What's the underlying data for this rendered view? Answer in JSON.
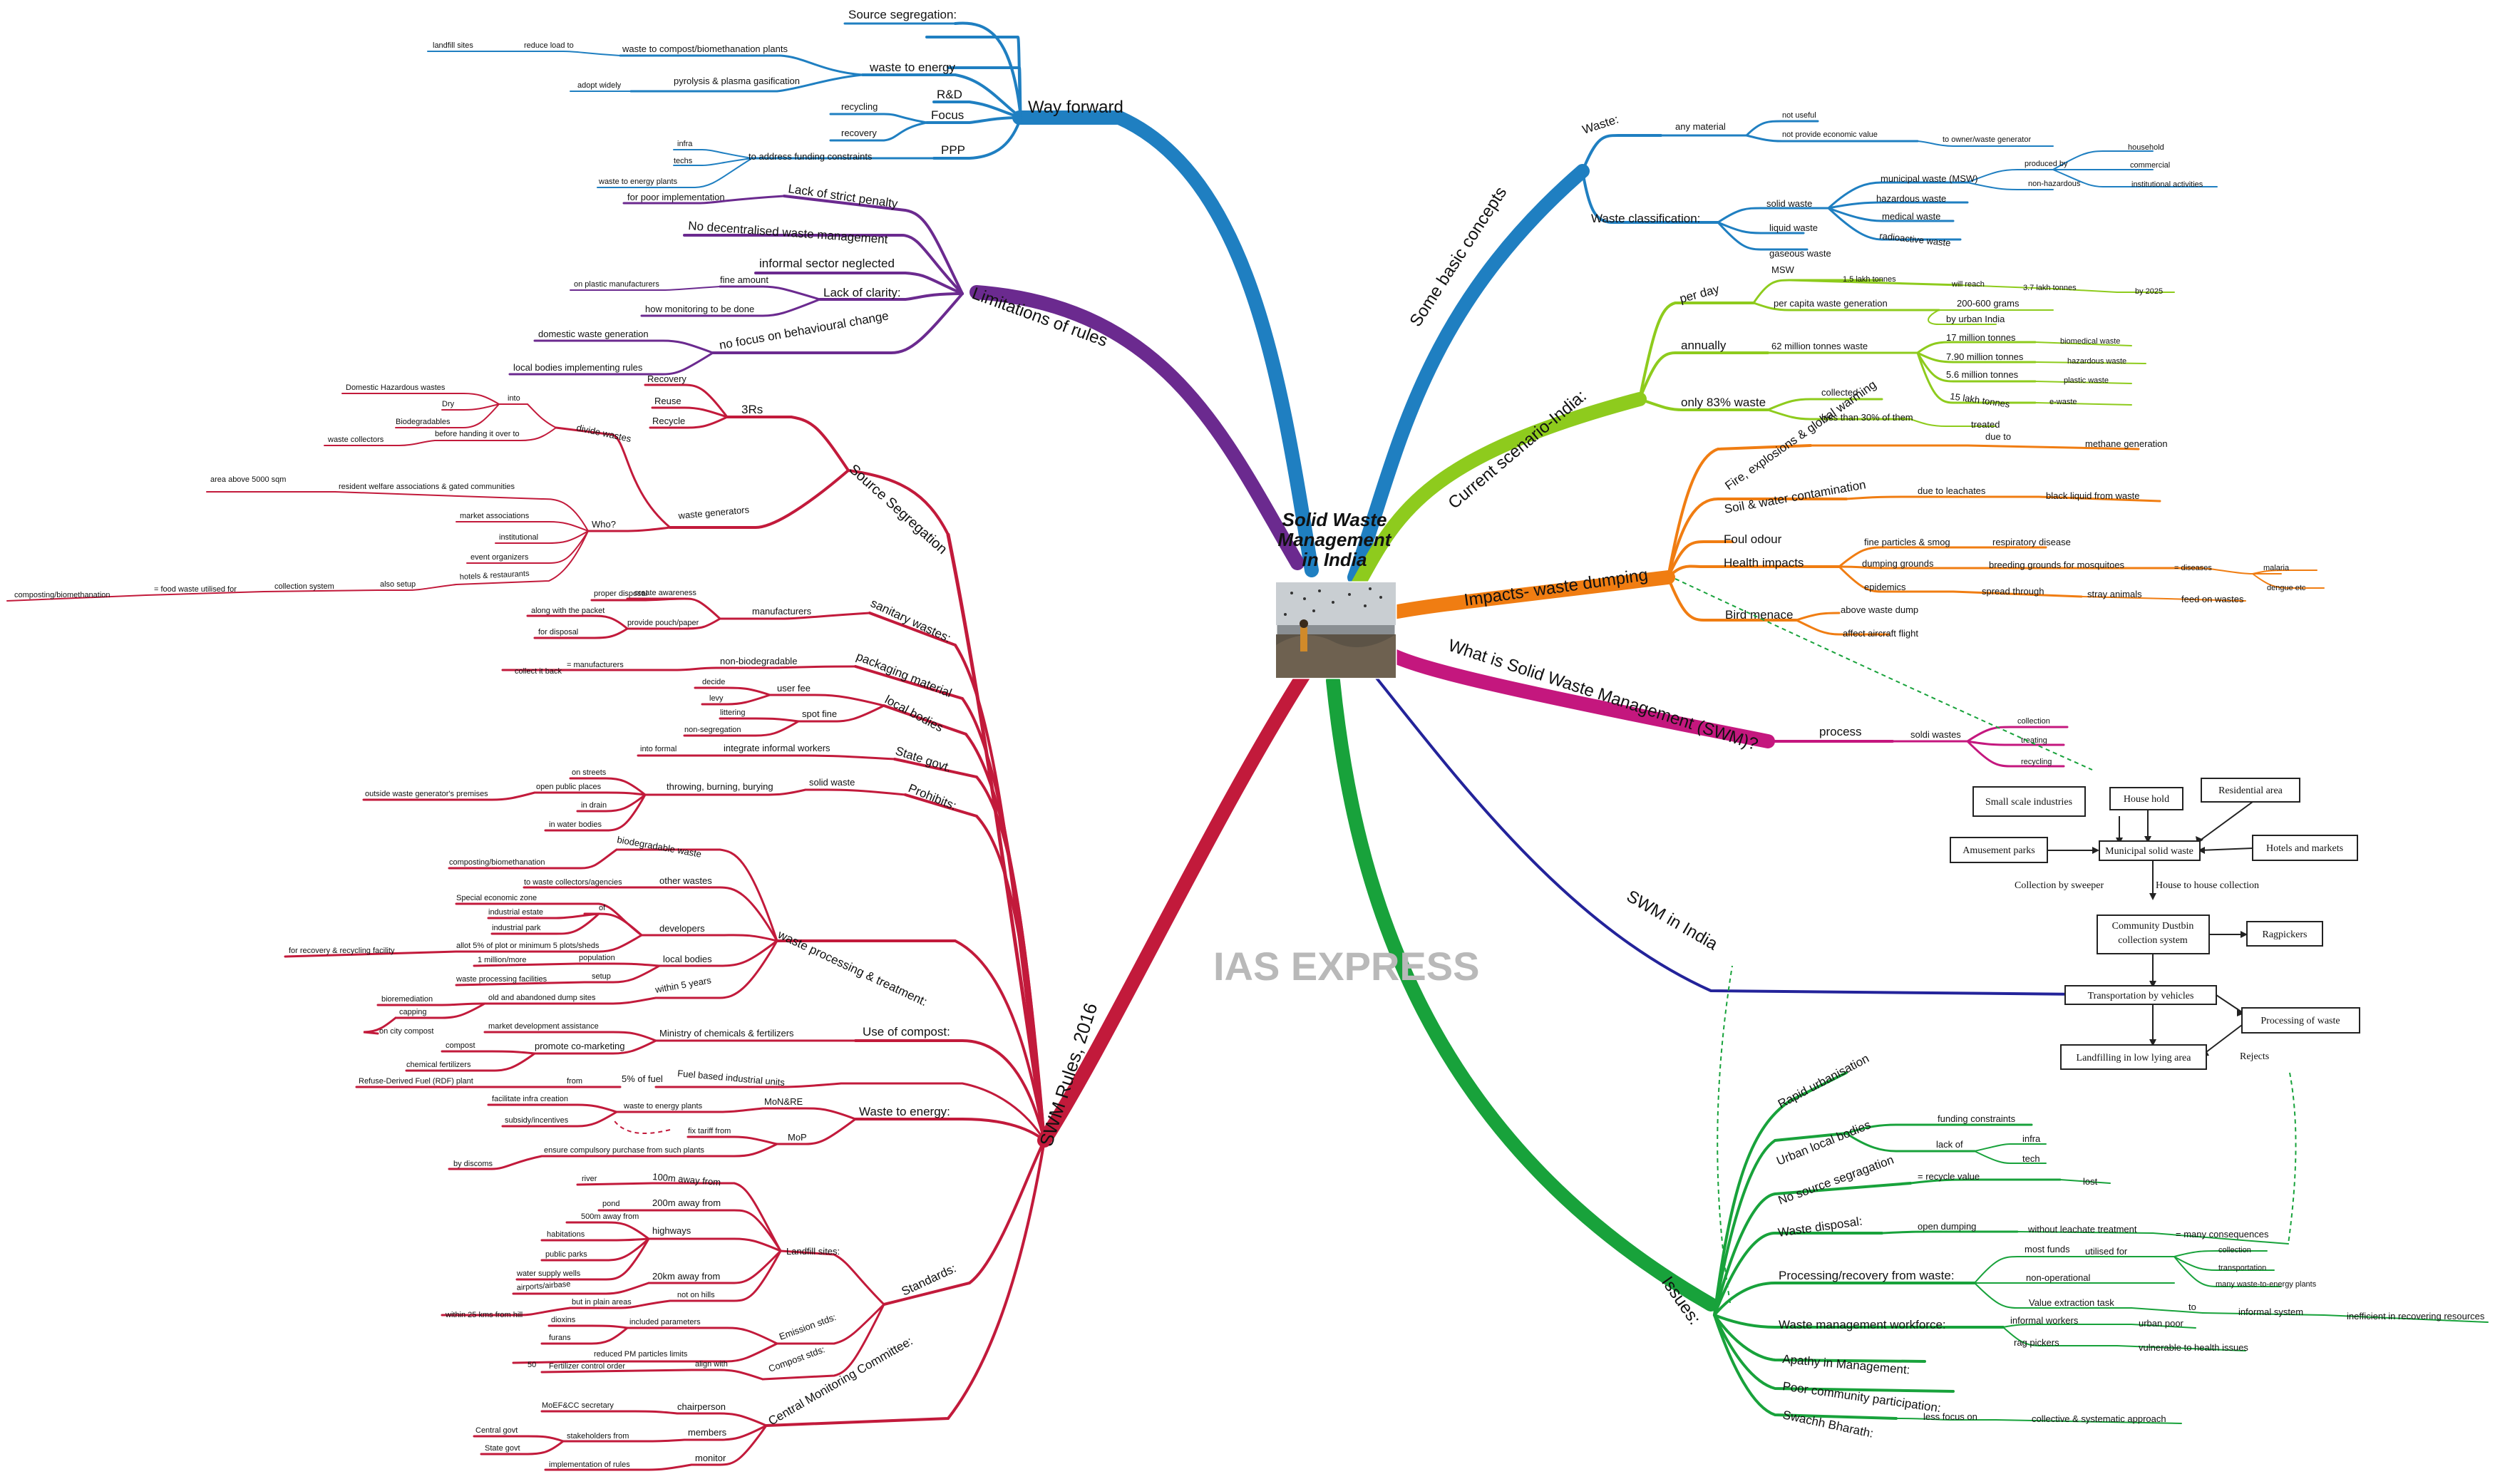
{
  "center": {
    "line1": "Solid Waste",
    "line2": "Management",
    "line3": "in India"
  },
  "watermark": "IAS EXPRESS",
  "colors": {
    "way_forward": "#1f7fc1",
    "limitations": "#6b2a8f",
    "source_seg": "#c21a3b",
    "swm_rules": "#c21a3b",
    "basic": "#1f7fc1",
    "scenario": "#8ecb1d",
    "impacts": "#f07d12",
    "what_is": "#c4177e",
    "swm_india": "#23239a",
    "issues": "#18a23b"
  },
  "branches": {
    "way_forward": {
      "title": "Way forward",
      "items": [
        "Source segregation:",
        "waste to energy",
        "waste to compost/biomethanation plants",
        "reduce load to",
        "landfill sites",
        "pyrolysis & plasma gasification",
        "adopt widely",
        "R&D",
        "Focus",
        "recycling",
        "recovery",
        "PPP",
        "to address funding constraints",
        "infra",
        "techs",
        "waste to energy plants"
      ]
    },
    "limitations": {
      "title": "Limitations of rules",
      "items": [
        "Lack of strict penalty",
        "for poor implementation",
        "No decentralised waste management",
        "informal sector neglected",
        "Lack of clarity:",
        "fine amount",
        "on plastic manufacturers",
        "how monitoring to be done",
        "no focus on behavioural change",
        "domestic waste generation",
        "local bodies implementing rules"
      ]
    },
    "source_seg": {
      "title": "Source Segregation",
      "items": [
        "3Rs",
        "Recovery",
        "Reuse",
        "Recycle",
        "divide wastes",
        "into",
        "Domestic Hazardous wastes",
        "Dry",
        "Biodegradables",
        "before handing it over to",
        "waste collectors",
        "waste generators",
        "Who?",
        "resident welfare associations & gated communities",
        "area above 5000 sqm",
        "market associations",
        "institutional",
        "event organizers",
        "hotels & restaurants",
        "also setup",
        "collection system",
        "= food waste utilised for",
        "composting/biomethanation"
      ]
    },
    "swm_rules": {
      "title": "SWM Rules, 2016",
      "items": [
        "sanitary wastes:",
        "manufacturers",
        "create awareness",
        "proper disposal",
        "provide pouch/paper",
        "along with the packet",
        "for disposal",
        "packaging material",
        "non-biodegradable",
        "= manufacturers",
        "collect it back",
        "local bodies",
        "user fee",
        "decide",
        "levy",
        "spot fine",
        "littering",
        "non-segregation",
        "State govt.",
        "integrate informal workers",
        "into formal",
        "Prohibits:",
        "solid waste",
        "throwing, burning, burying",
        "on streets",
        "open public places",
        "outside waste generator's premises",
        "in drain",
        "in water bodies",
        "waste processing & treatment:",
        "biodegradable waste",
        "composting/biomethanation",
        "other wastes",
        "to waste collectors/agencies",
        "developers",
        "Special economic zone",
        "of",
        "industrial estate",
        "industrial park",
        "allot 5% of plot or minimum 5 plots/sheds",
        "for recovery & recycling facility",
        "local bodies",
        "population",
        "1 million/more",
        "setup",
        "waste processing facilities",
        "within 5 years",
        "old and abandoned dump sites",
        "bioremediation",
        "capping",
        "on city compost",
        "Use of compost:",
        "Ministry of chemicals & fertilizers",
        "market development assistance",
        "promote co-marketing",
        "compost",
        "chemical fertilizers",
        "Fuel based industrial units",
        "5% of fuel",
        "from",
        "Refuse-Derived Fuel (RDF) plant",
        "Waste to energy:",
        "MoN&RE",
        "waste to energy plants",
        "facilitate infra creation",
        "subsidy/incentives",
        "MoP",
        "fix tariff from",
        "ensure compulsory purchase from such plants",
        "by discoms",
        "Standards:",
        "Landfill sites:",
        "100m away from",
        "river",
        "200m away from",
        "pond",
        "highways",
        "500m away from",
        "habitations",
        "public parks",
        "water supply wells",
        "20km away from",
        "airports/airbase",
        "not on hills",
        "but in plain areas",
        "within 25 kms from hill",
        "Emission stds:",
        "included parameters",
        "dioxins",
        "furans",
        "reduced PM particles limits",
        "50",
        "Compost stds:",
        "align with",
        "Fertilizer control order",
        "Central Monitoring Committee:",
        "chairperson",
        "MoEF&CC secretary",
        "members",
        "stakeholders from",
        "Central govt",
        "State govt",
        "monitor",
        "implementation of rules"
      ]
    },
    "basic": {
      "title": "Some basic concepts",
      "items": [
        "Waste:",
        "any material",
        "not useful",
        "not provide economic value",
        "to owner/waste generator",
        "Waste classification:",
        "solid waste",
        "municipal waste (MSW)",
        "produced by",
        "household",
        "commercial",
        "institutional activities",
        "non-hazardous",
        "hazardous waste",
        "medical waste",
        "radioactive waste",
        "liquid waste",
        "gaseous waste"
      ]
    },
    "scenario": {
      "title": "Current scenario-India:",
      "items": [
        "per day",
        "MSW",
        "1.5 lakh tonnes",
        "will reach",
        "3.7 lakh tonnes",
        "by 2025",
        "per capita waste generation",
        "200-600 grams",
        "by urban India",
        "annually",
        "62 million tonnes waste",
        "17 million tonnes",
        "biomedical waste",
        "7.90 million tonnes",
        "hazardous waste",
        "5.6 million tonnes",
        "plastic waste",
        "15 lakh tonnes",
        "e-waste",
        "only 83% waste",
        "collected",
        "less than 30% of them",
        "treated"
      ]
    },
    "impacts": {
      "title": "Impacts- waste dumping",
      "items": [
        "Fire, explosions & global warming",
        "due to",
        "methane generation",
        "Soil & water contamination",
        "due to leachates",
        "black liquid from waste",
        "Foul odour",
        "Health impacts",
        "fine particles & smog",
        "respiratory disease",
        "dumping grounds",
        "breeding grounds for mosquitoes",
        "= diseases",
        "malaria",
        "dengue etc",
        "epidemics",
        "spread through",
        "stray animals",
        "feed on wastes",
        "Bird menace",
        "above waste dump",
        "affect aircraft flight"
      ]
    },
    "what_is": {
      "title": "What is Solid Waste Management (SWM)?",
      "items": [
        "process",
        "soldi wastes",
        "collection",
        "treating",
        "recycling"
      ]
    },
    "swm_india": {
      "title": "SWM in India",
      "flow": [
        "Small scale industries",
        "House hold",
        "Residential area",
        "Amusement parks",
        "Municipal solid waste",
        "Hotels and markets",
        "Collection by sweeper",
        "House to house collection",
        "Community Dustbin collection system",
        "Ragpickers",
        "Transportation by vehicles",
        "Processing of waste",
        "Landfilling in low lying area",
        "Rejects"
      ]
    },
    "issues": {
      "title": "Issues:",
      "items": [
        "Rapid urbanisation",
        "Urban local bodies",
        "funding constraints",
        "lack of",
        "infra",
        "tech",
        "No source segragation",
        "= recycle value",
        "lost",
        "Waste disposal:",
        "open dumping",
        "without leachate treatment",
        "= many consequences",
        "Processing/recovery from waste:",
        "most funds",
        "utilised for",
        "collection",
        "transportation",
        "many waste-to-energy plants",
        "non-operational",
        "Value extraction task",
        "to",
        "informal system",
        "inefficient in recovering resources",
        "Waste management workforce:",
        "informal workers",
        "urban poor",
        "rag pickers",
        "vulnerable to health issues",
        "Apathy in Management:",
        "Poor community participation:",
        "Swachh Bharath:",
        "less focus on",
        "collective & systematic approach"
      ]
    }
  }
}
